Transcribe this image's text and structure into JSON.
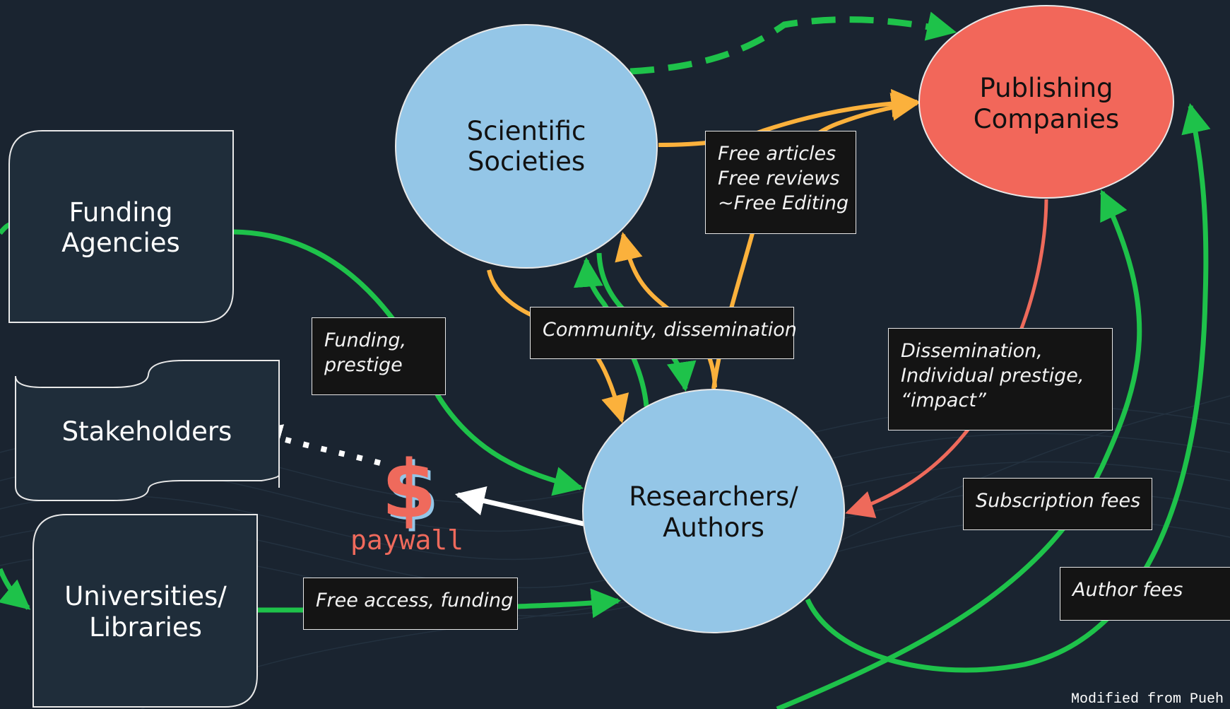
{
  "nodes": {
    "funding_agencies": [
      "Funding",
      "Agencies"
    ],
    "stakeholders": [
      "Stakeholders"
    ],
    "universities": [
      "Universities/",
      "Libraries"
    ],
    "scientific_societies": [
      "Scientific",
      "Societies"
    ],
    "publishing_companies": [
      "Publishing",
      "Companies"
    ],
    "researchers": [
      "Researchers/",
      "Authors"
    ]
  },
  "labels": {
    "free_work": [
      "Free articles",
      "Free reviews",
      "~Free Editing"
    ],
    "funding_prestige": [
      "Funding,",
      "prestige"
    ],
    "community": [
      "Community, dissemination"
    ],
    "dissemination": [
      "Dissemination,",
      "Individual prestige,",
      "“impact”"
    ],
    "subscription": [
      "Subscription fees"
    ],
    "free_access": [
      "Free access, funding"
    ],
    "author_fees": [
      "Author fees"
    ]
  },
  "paywall": {
    "symbol": "$",
    "label": "paywall"
  },
  "credit": "Modified from Pueh",
  "colors": {
    "background": "#1a2430",
    "node_dark": "#1f2d3a",
    "circle_blue": "#94c6e7",
    "publisher_red": "#f2675a",
    "green_arrow": "#1ec24a",
    "orange_arrow": "#fbb13c",
    "red_arrow": "#ee6a5b",
    "white_arrow": "#ffffff"
  }
}
